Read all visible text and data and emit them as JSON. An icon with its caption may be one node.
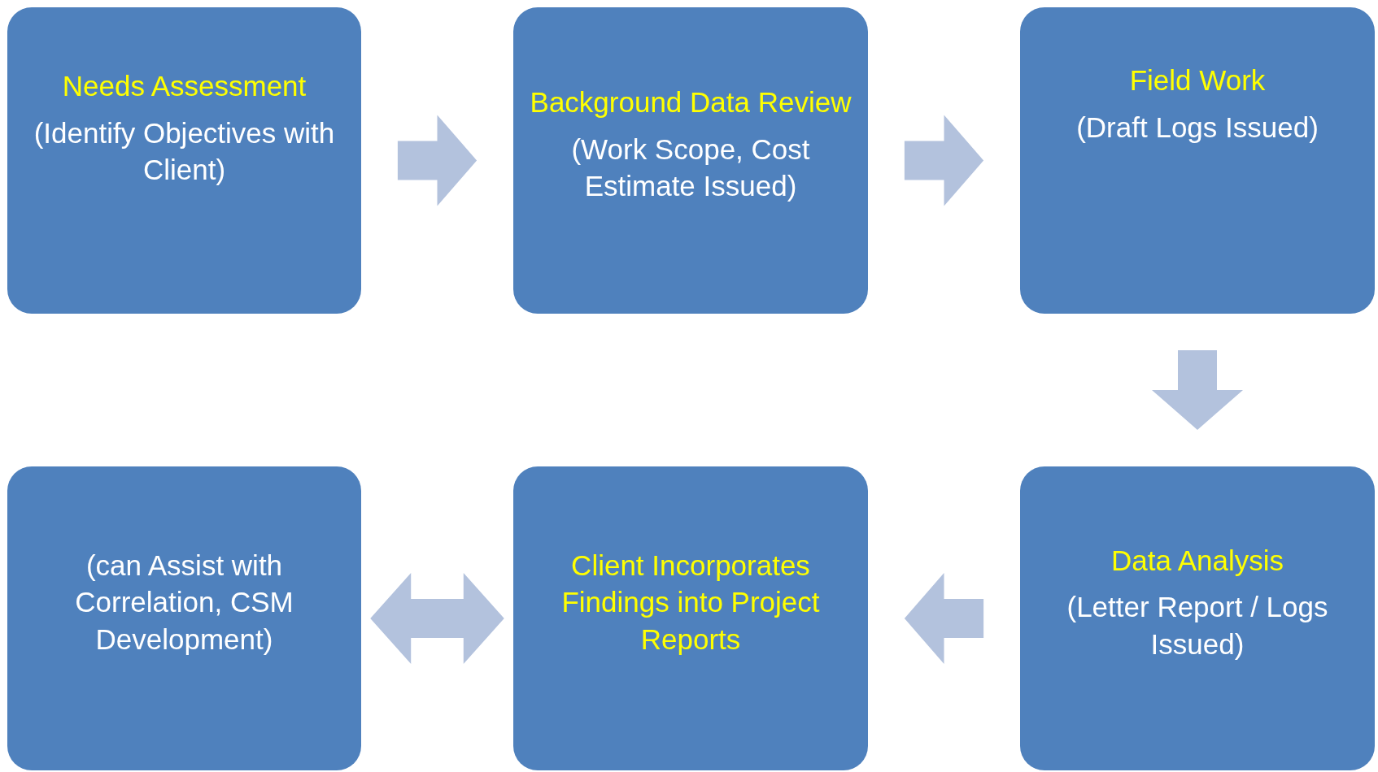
{
  "diagram": {
    "nodes": [
      {
        "text": [
          "Needs Assessment",
          "(Identify Objectives with Client)"
        ]
      },
      {
        "text": [
          "Background Data Review",
          "(Work Scope, Cost Estimate Issued)"
        ]
      },
      {
        "text": [
          "Field Work",
          "(Draft Logs Issued)"
        ]
      },
      {
        "text": [
          "Data Analysis",
          "(Letter Report / Logs Issued)"
        ]
      },
      {
        "text": [
          "Client Incorporates Findings into Project Reports"
        ]
      },
      {
        "text": [
          "(can Assist with Correlation, CSM Development)"
        ]
      }
    ],
    "edges": [
      {
        "from": 0,
        "to": 1,
        "arrow": "to"
      },
      {
        "from": 1,
        "to": 2,
        "arrow": "to"
      },
      {
        "from": 2,
        "to": 3,
        "arrow": "to"
      },
      {
        "from": 3,
        "to": 4,
        "arrow": "to"
      },
      {
        "from": 4,
        "to": 5,
        "arrow": "both"
      }
    ]
  }
}
